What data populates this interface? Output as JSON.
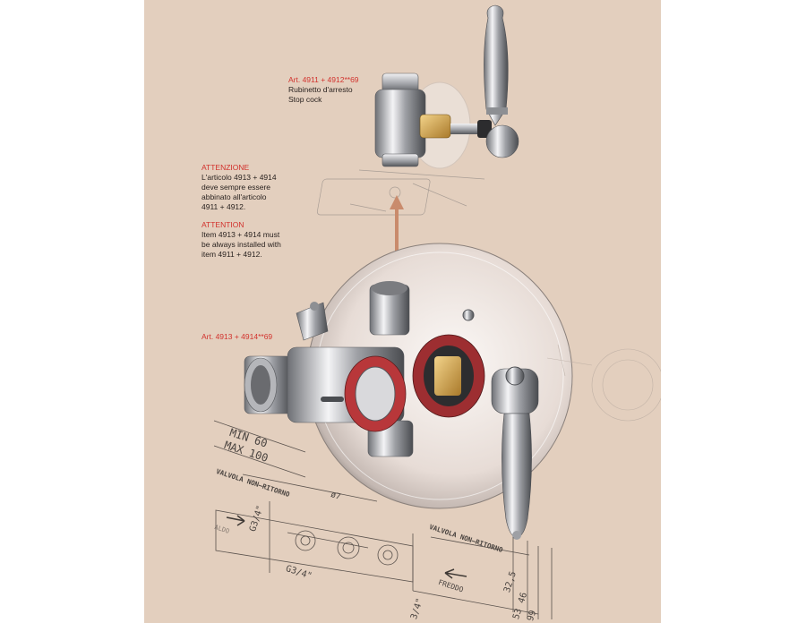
{
  "brand_colors": {
    "background": "#e3cfbe",
    "accent": "#d2322d",
    "chrome": "#c9c9cc",
    "dimension_arrow": "#c98b6c"
  },
  "stop_cock": {
    "article": "Art. 4911 + 4912**69",
    "name_it": "Rubinetto d'arresto",
    "name_en": "Stop cock"
  },
  "warning_it": {
    "title": "ATTENZIONE",
    "lines": [
      "L'articolo 4913 + 4914",
      "deve sempre essere",
      "abbinato all'articolo",
      "4911 + 4912."
    ]
  },
  "warning_en": {
    "title": "ATTENTION",
    "lines": [
      "Item 4913 + 4914 must",
      "be always installed with",
      "item 4911 + 4912."
    ]
  },
  "mixer": {
    "article": "Art. 4913 + 4914**69"
  },
  "technical_drawing": {
    "min_label": "MIN  60",
    "max_label": "MAX  100",
    "valve_left": "VALVOLA  NON–RITORNO",
    "valve_right": "VALVOLA  NON–RITORNO",
    "diameter": "ø7",
    "thread_top": "G3/4\"",
    "thread_bottom": "G3/4\"",
    "thread_bottom2": "3/4\"",
    "cold": "FREDDO",
    "hot": "ALDO",
    "dim_325": "32,5",
    "dim_46": "46",
    "dim_53": "53",
    "dim_99": "99"
  }
}
